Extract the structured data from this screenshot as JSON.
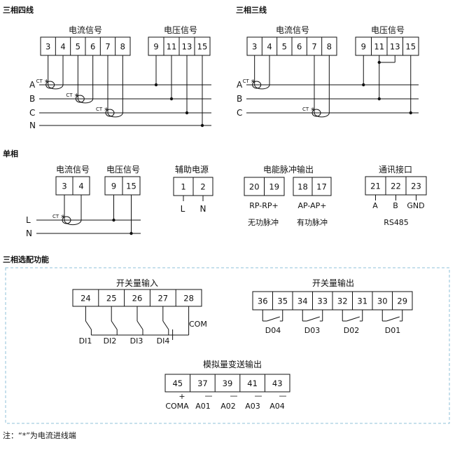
{
  "sections": {
    "three_phase_four_wire": "三相四线",
    "three_phase_three_wire": "三相三线",
    "single_phase": "单相",
    "three_phase_options": "三相选配功能"
  },
  "group_labels": {
    "current_signal": "电流信号",
    "voltage_signal": "电压信号",
    "aux_power": "辅助电源",
    "energy_pulse_output": "电能脉冲输出",
    "comm_interface": "通讯接口",
    "switch_input": "开关量输入",
    "switch_output": "开关量输出",
    "analog_output": "模拟量变送输出"
  },
  "terminals": {
    "current_3ph": [
      "3",
      "4",
      "5",
      "6",
      "7",
      "8"
    ],
    "voltage_3p4w": [
      "9",
      "11",
      "13",
      "15"
    ],
    "voltage_3p3w": [
      "9",
      "11",
      "13",
      "15"
    ],
    "current_1ph": [
      "3",
      "4"
    ],
    "voltage_1ph": [
      "9",
      "15"
    ],
    "aux_power": [
      "1",
      "2"
    ],
    "pulse_reactive": [
      "20",
      "19"
    ],
    "pulse_active": [
      "18",
      "17"
    ],
    "comm": [
      "21",
      "22",
      "23"
    ],
    "switch_input": [
      "24",
      "25",
      "26",
      "27",
      "28"
    ],
    "switch_output": [
      "36",
      "35",
      "34",
      "33",
      "32",
      "31",
      "30",
      "29"
    ],
    "analog_output": [
      "45",
      "37",
      "39",
      "41",
      "43"
    ]
  },
  "line_labels": {
    "three_phase": [
      "A",
      "B",
      "C",
      "N"
    ],
    "single_phase": [
      "L",
      "N"
    ]
  },
  "ct_label": "CT",
  "ct_mark": "*",
  "aux_power_pins": [
    "L",
    "N"
  ],
  "pulse": {
    "reactive_pins": "RP-RP+",
    "active_pins": "AP-AP+",
    "reactive_name": "无功脉冲",
    "active_name": "有功脉冲"
  },
  "comm_pins": [
    "A",
    "B",
    "GND"
  ],
  "comm_protocol": "RS485",
  "switch_input_labels": [
    "DI1",
    "DI2",
    "DI3",
    "DI4"
  ],
  "switch_input_common": "COM",
  "switch_output_labels": [
    "D04",
    "D03",
    "D02",
    "D01"
  ],
  "analog_signs": [
    "+",
    "—",
    "—",
    "—",
    "—"
  ],
  "analog_labels": [
    "COMA",
    "A01",
    "A02",
    "A03",
    "A04"
  ],
  "footnote": "注：“*”为电流进线端"
}
